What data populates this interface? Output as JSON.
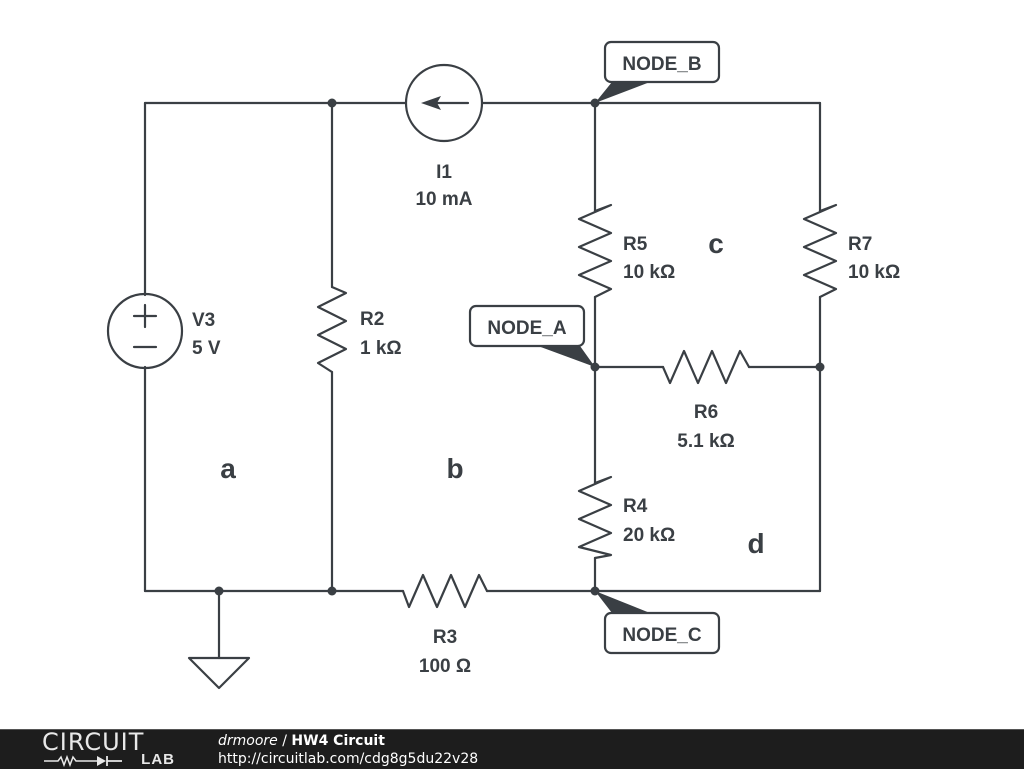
{
  "schematic": {
    "components": [
      {
        "id": "V3",
        "type": "voltage-source",
        "value": "5 V",
        "plus": "+",
        "minus": "−"
      },
      {
        "id": "I1",
        "type": "current-source",
        "value": "10 mA",
        "direction": "left"
      },
      {
        "id": "R2",
        "type": "resistor",
        "value": "1 kΩ"
      },
      {
        "id": "R3",
        "type": "resistor",
        "value": "100 Ω"
      },
      {
        "id": "R4",
        "type": "resistor",
        "value": "20 kΩ"
      },
      {
        "id": "R5",
        "type": "resistor",
        "value": "10 kΩ"
      },
      {
        "id": "R6",
        "type": "resistor",
        "value": "5.1 kΩ"
      },
      {
        "id": "R7",
        "type": "resistor",
        "value": "10 kΩ"
      }
    ],
    "node_labels": [
      "NODE_A",
      "NODE_B",
      "NODE_C"
    ],
    "mesh_labels": [
      "a",
      "b",
      "c",
      "d"
    ],
    "ground": "ground-symbol"
  },
  "labels": {
    "V3": {
      "name": "V3",
      "value": "5 V"
    },
    "I1": {
      "name": "I1",
      "value": "10 mA"
    },
    "R2": {
      "name": "R2",
      "value": "1 kΩ"
    },
    "R3": {
      "name": "R3",
      "value": "100 Ω"
    },
    "R4": {
      "name": "R4",
      "value": "20 kΩ"
    },
    "R5": {
      "name": "R5",
      "value": "10 kΩ"
    },
    "R6": {
      "name": "R6",
      "value": "5.1 kΩ"
    },
    "R7": {
      "name": "R7",
      "value": "10 kΩ"
    },
    "nodeA": "NODE_A",
    "nodeB": "NODE_B",
    "nodeC": "NODE_C",
    "meshA": "a",
    "meshB": "b",
    "meshC": "c",
    "meshD": "d",
    "plus": "+",
    "minus": "−"
  },
  "footer": {
    "logo_top": "CIRCUIT",
    "logo_bottom": "LAB",
    "user": "drmoore",
    "separator": " / ",
    "title": "HW4 Circuit",
    "url": "http://circuitlab.com/cdg8g5du22v28"
  },
  "colors": {
    "ink": "#3a3f44",
    "footer_bg": "#1d1d1d",
    "footer_text": "#ffffff"
  }
}
